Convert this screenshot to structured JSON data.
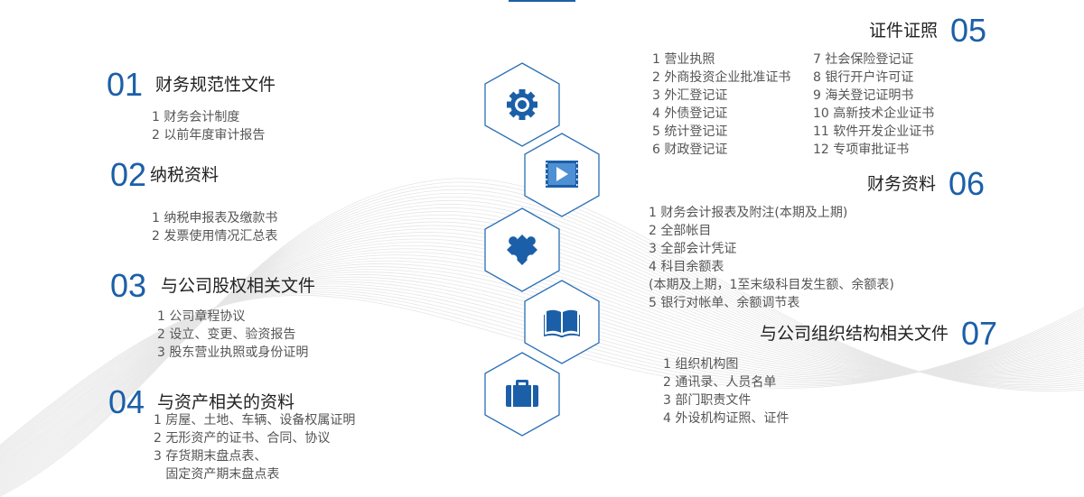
{
  "colors": {
    "accent": "#1b5fa8",
    "hex_stroke": "#2a6fb5",
    "text": "#222222",
    "subtext": "#555555"
  },
  "sections": {
    "s01": {
      "num": "01",
      "title": "财务规范性文件",
      "items": [
        "1 财务会计制度",
        "2 以前年度审计报告"
      ]
    },
    "s02": {
      "num": "02",
      "title": "纳税资料",
      "items": [
        "1 纳税申报表及缴款书",
        "2 发票使用情况汇总表"
      ]
    },
    "s03": {
      "num": "03",
      "title": "与公司股权相关文件",
      "items": [
        "1 公司章程协议",
        "2 设立、变更、验资报告",
        "3 股东营业执照或身份证明"
      ]
    },
    "s04": {
      "num": "04",
      "title": "与资产相关的资料",
      "items": [
        "1 房屋、土地、车辆、设备权属证明",
        "2 无形资产的证书、合同、协议",
        "3 存货期末盘点表、",
        "   固定资产期末盘点表"
      ]
    },
    "s05": {
      "num": "05",
      "title": "证件证照",
      "col1": [
        "1 营业执照",
        "2 外商投资企业批准证书",
        "3 外汇登记证",
        "4 外债登记证",
        "5 统计登记证",
        "6 财政登记证"
      ],
      "col2": [
        "7 社会保险登记证",
        "8 银行开户许可证",
        "9 海关登记证明书",
        "10 高新技术企业证书",
        "11 软件开发企业证书",
        "12 专项审批证书"
      ]
    },
    "s06": {
      "num": "06",
      "title": "财务资料",
      "items": [
        "1 财务会计报表及附注(本期及上期)",
        "2 全部帐目",
        "3 全部会计凭证",
        "4 科目余额表",
        "(本期及上期，1至末级科目发生额、余额表)",
        "5 银行对帐单、余额调节表"
      ]
    },
    "s07": {
      "num": "07",
      "title": "与公司组织结构相关文件",
      "items": [
        "1 组织机构图",
        "2 通讯录、人员名单",
        "3 部门职责文件",
        "4 外设机构证照、证件"
      ]
    }
  },
  "icons": [
    "gear-icon",
    "video-icon",
    "puzzle-icon",
    "book-icon",
    "briefcase-icon"
  ]
}
